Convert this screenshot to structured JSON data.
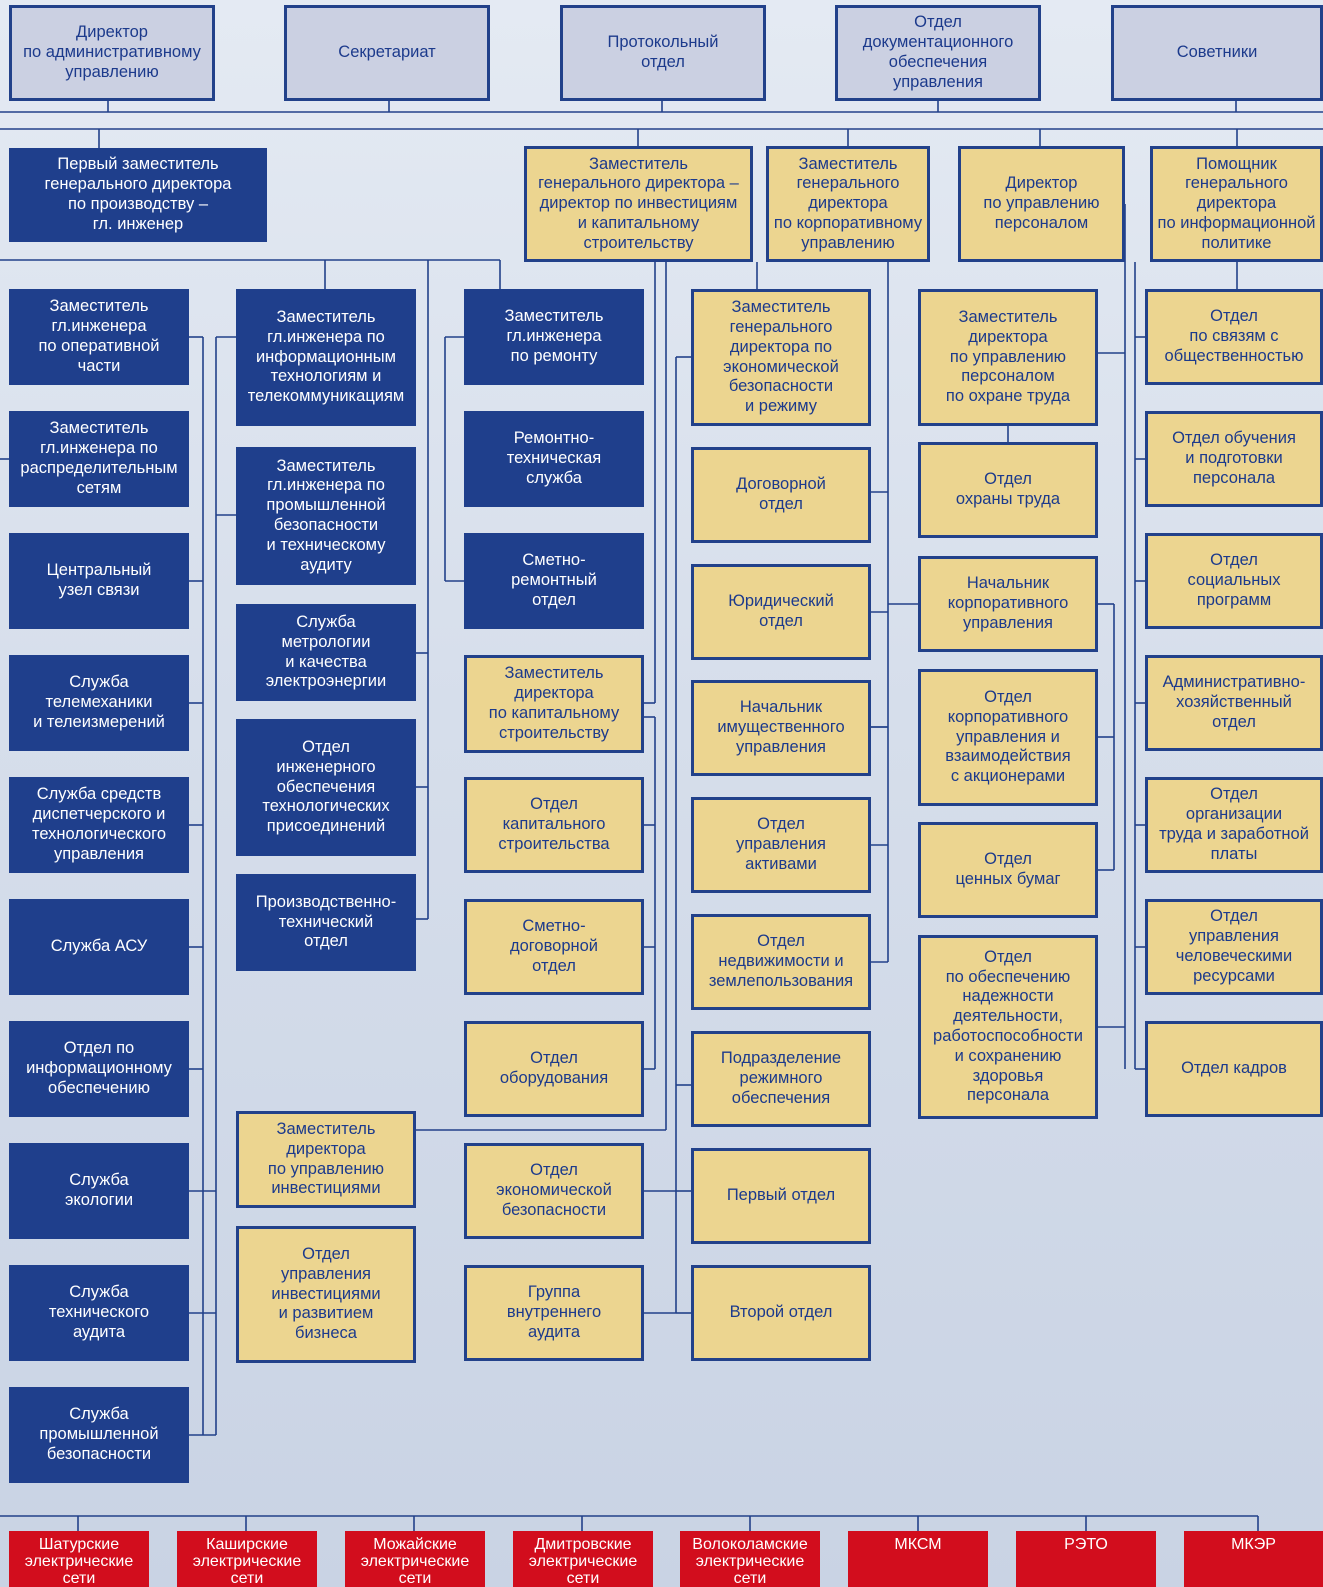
{
  "colors": {
    "background": "#dde4ef",
    "line": "#22418a",
    "header_box": "#cbd0e2",
    "production_box": "#1f3f8c",
    "admin_box": "#ecd590",
    "branch_box": "#d20d1d",
    "text_dark": "#1c3a8c"
  },
  "top_units": [
    "Директор\nпо административному\nуправлению",
    "Секретариат",
    "Протокольный\nотдел",
    "Отдел\nдокументационного\nобеспечения\nуправления",
    "Советники"
  ],
  "deputies": {
    "first": "Первый заместитель\nгенерального директора\nпо производству –\nгл. инженер",
    "investments": "Заместитель\nгенерального директора –\nдиректор по инвестициям\nи  капитальному\nстроительству",
    "corporate": "Заместитель\nгенерального\nдиректора\nпо корпоративному\nуправлению",
    "personnel": "Директор\nпо управлению\nперсоналом",
    "info_policy": "Помощник\nгенерального\nдиректора\nпо информационной\nполитике"
  },
  "production_col1": [
    "Заместитель\nгл.инженера\nпо оперативной\nчасти",
    "Заместитель\nгл.инженера по\nраспределительным\nсетям",
    "Центральный\nузел связи",
    "Служба\nтелемеханики\nи телеизмерений",
    "Служба средств\nдиспетчерского и\nтехнологического\nуправления",
    "Служба АСУ",
    "Отдел по\nинформационному\nобеспечению",
    "Служба\nэкологии",
    "Служба\nтехнического\nаудита",
    "Служба\nпромышленной\nбезопасности"
  ],
  "production_col2": [
    "Заместитель\nгл.инженера по\nинформационным\nтехнологиям и\nтелекоммуникациям",
    "Заместитель\nгл.инженера по\nпромышленной\nбезопасности\nи техническому\nаудиту",
    "Служба\nметрологии\nи качества\nэлектроэнергии",
    "Отдел\nинженерного\nобеспечения\nтехнологических\nприсоединений",
    "Производственно-\nтехнический\nотдел"
  ],
  "production_col3": [
    "Заместитель\nгл.инженера\nпо ремонту",
    "Ремонтно-\nтехническая\nслужба",
    "Сметно-\nремонтный\nотдел"
  ],
  "investments_col2": [
    "Заместитель\nдиректора\nпо управлению\nинвестициями",
    "Отдел\nуправления\nинвестициями\nи развитием\nбизнеса"
  ],
  "investments_col3": [
    "Заместитель\nдиректора\nпо  капитальному\nстроительству",
    "Отдел\nкапитального\nстроительства",
    "Сметно-\nдоговорной\nотдел",
    "Отдел\nоборудования",
    "Отдел\nэкономической\nбезопасности",
    "Группа\nвнутреннего\nаудита"
  ],
  "corporate_col": [
    "Заместитель\nгенерального\nдиректора по\nэкономической\nбезопасности\nи режиму",
    "Договорной\nотдел",
    "Юридический\nотдел",
    "Начальник\nимущественного\nуправления",
    "Отдел\nуправления\nактивами",
    "Отдел\nнедвижимости и\nземлепользования",
    "Подразделение\nрежимного\nобеспечения",
    "Первый отдел",
    "Второй отдел"
  ],
  "personnel_col": [
    "Заместитель\nдиректора\nпо управлению\nперсоналом\nпо охране труда",
    "Отдел\nохраны труда",
    "Начальник\nкорпоративного\nуправления",
    "Отдел\nкорпоративного\nуправления и\nвзаимодействия\nс акционерами",
    "Отдел\nценных бумаг",
    "Отдел\nпо обеспечению\nнадежности\nдеятельности,\nработоспособности\nи сохранению\nздоровья\nперсонала"
  ],
  "info_policy_col": [
    "Отдел\nпо связям с\nобщественностью",
    "Отдел обучения\nи подготовки\nперсонала",
    "Отдел\nсоциальных\nпрограмм",
    "Административно-\nхозяйственный\nотдел",
    "Отдел\nорганизации\nтруда и заработной\nплаты",
    "Отдел\nуправления\nчеловеческими\nресурсами",
    "Отдел кадров"
  ],
  "branches": [
    "Шатурские\nэлектрические\nсети",
    "Каширские\nэлектрические\nсети",
    "Можайские\nэлектрические\nсети",
    "Дмитровские\nэлектрические\nсети",
    "Волоколамские\nэлектрические\nсети",
    "МКСМ",
    "РЭТО",
    "МКЭР"
  ]
}
